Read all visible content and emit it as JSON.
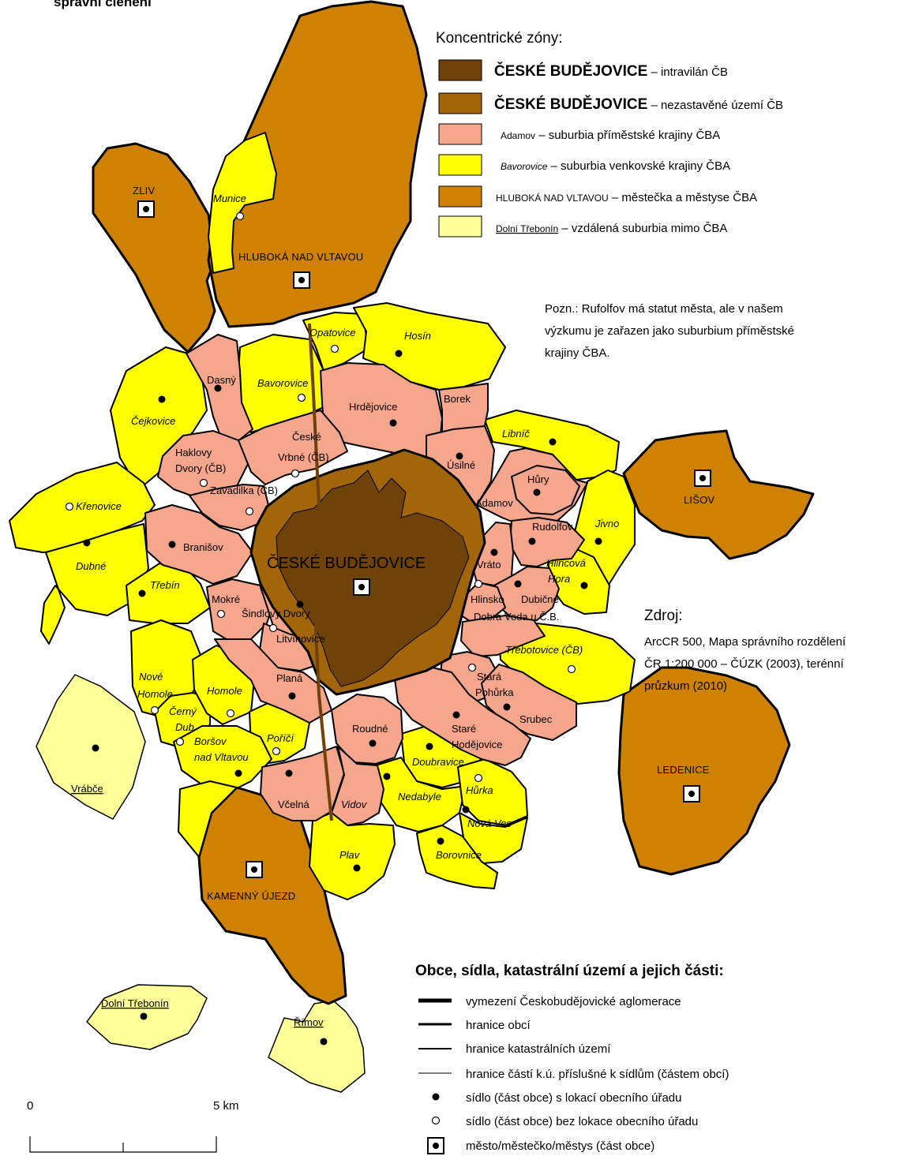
{
  "header": {
    "cut_title": "správní členění"
  },
  "colors": {
    "intravilan": "#6e4209",
    "nezastavene": "#a3650a",
    "suburbia_primestske": "#f5a68c",
    "suburbia_venkovske": "#ffff00",
    "mestecka": "#cf8202",
    "vzdalena": "#ffff99"
  },
  "legend_zones": {
    "title": "Koncentrické zóny:",
    "items": [
      {
        "main": "ČESKÉ BUDĚJOVICE",
        "rest": " – intravilán ČB"
      },
      {
        "main": "ČESKÉ BUDĚJOVICE",
        "rest": " – nezastavěné území ČB"
      },
      {
        "main": "Adamov",
        "rest": " – suburbia příměstské krajiny ČBA"
      },
      {
        "main": "Bavorovice",
        "rest": " – suburbia venkovské krajiny ČBA"
      },
      {
        "main": "HLUBOKÁ NAD VLTAVOU",
        "rest": " – městečka a městyse ČBA"
      },
      {
        "main": "Dolní Třebonín",
        "rest": " – vzdálená suburbia mimo ČBA"
      }
    ]
  },
  "note": {
    "lines": [
      "Pozn.: Rufolfov má statut města, ale v našem",
      "výzkumu je zařazen jako suburbium příměstské",
      "krajiny ČBA."
    ]
  },
  "source": {
    "title": "Zdroj:",
    "lines": [
      "ArcCR 500, Mapa správního rozdělení",
      "ČR 1:200 000 – ČÚZK (2003), terénní",
      "průzkum (2010)"
    ]
  },
  "legend_lines": {
    "title": "Obce, sídla, katastrální území a jejich části:",
    "items": [
      {
        "icon": "thick-border-line-icon",
        "text": "vymezení Českobudějovické aglomerace"
      },
      {
        "icon": "municipal-border-line-icon",
        "text": "hranice obcí"
      },
      {
        "icon": "cadastral-border-line-icon",
        "text": "hranice katastrálních území"
      },
      {
        "icon": "thin-border-line-icon",
        "text": "hranice částí k.ú. příslušné k sídlům (částem obcí)"
      },
      {
        "icon": "filled-dot-icon",
        "text": "sídlo (část obce) s lokací obecního úřadu"
      },
      {
        "icon": "hollow-dot-icon",
        "text": "sídlo (část obce) bez lokace obecního úřadu"
      },
      {
        "icon": "framed-dot-icon",
        "text": "město/městečko/městys (část obce)"
      }
    ]
  },
  "scale": {
    "zero": "0",
    "end": "5 km"
  },
  "places": {
    "cb": "ČESKÉ BUDĚJOVICE",
    "zliv": "ZLIV",
    "hluboka": "HLUBOKÁ NAD VLTAVOU",
    "lisov": "LIŠOV",
    "ledenice": "LEDENICE",
    "kamenny": "KAMENNÝ ÚJEZD",
    "munice": "Munice",
    "opatovice": "Opatovice",
    "hosin": "Hosín",
    "dasny": "Dasný",
    "bavorovice": "Bavorovice",
    "hrdejovice": "Hrdějovice",
    "borek": "Borek",
    "cejkovice": "Čejkovice",
    "haklovy1": "Haklovy",
    "haklovy2": "Dvory (ČB)",
    "ceske1": "České",
    "ceske2": "Vrbné (ČB)",
    "zavadilka": "Zavadilka (ČB)",
    "usilne": "Úsilné",
    "libnic": "Libníč",
    "hury": "Hůry",
    "adamov": "Adamov",
    "rudolfov": "Rudolfov",
    "jivno": "Jivno",
    "krenovice": "Křenovice",
    "dubne": "Dubné",
    "branisov": "Branišov",
    "vrato": "Vráto",
    "hlincova1": "Hlincová",
    "hlincova2": "Hora",
    "trebin": "Třebín",
    "mokre": "Mokré",
    "sindlovy": "Šindlovy Dvory",
    "litvinovice": "Litvínovice",
    "hlinsko": "Hlinsko",
    "dubicne": "Dubičné",
    "dobra": "Dobrá Voda u Č.B.",
    "trebotovice": "Třebotovice (ČB)",
    "nove1": "Nové",
    "nove2": "Homole",
    "homole": "Homole",
    "plana": "Planá",
    "stara1": "Stará",
    "stara2": "Pohůrka",
    "cerny1": "Černý",
    "cerny2": "Dub",
    "srubec": "Srubec",
    "stare1": "Staré",
    "stare2": "Hodějovice",
    "roudne": "Roudné",
    "porici": "Poříčí",
    "borsov1": "Boršov",
    "borsov2": "nad Vltavou",
    "doubravice": "Doubravice",
    "vrabce": "Vrábče",
    "vcelna": "Včelná",
    "vidov": "Vidov",
    "nedabyle": "Nedabyle",
    "hurka": "Hůrka",
    "nova_ves": "Nová Ves",
    "borovnice": "Borovnice",
    "plav": "Plav",
    "dolni": "Dolní Třebonín",
    "rimov": "Římov"
  }
}
